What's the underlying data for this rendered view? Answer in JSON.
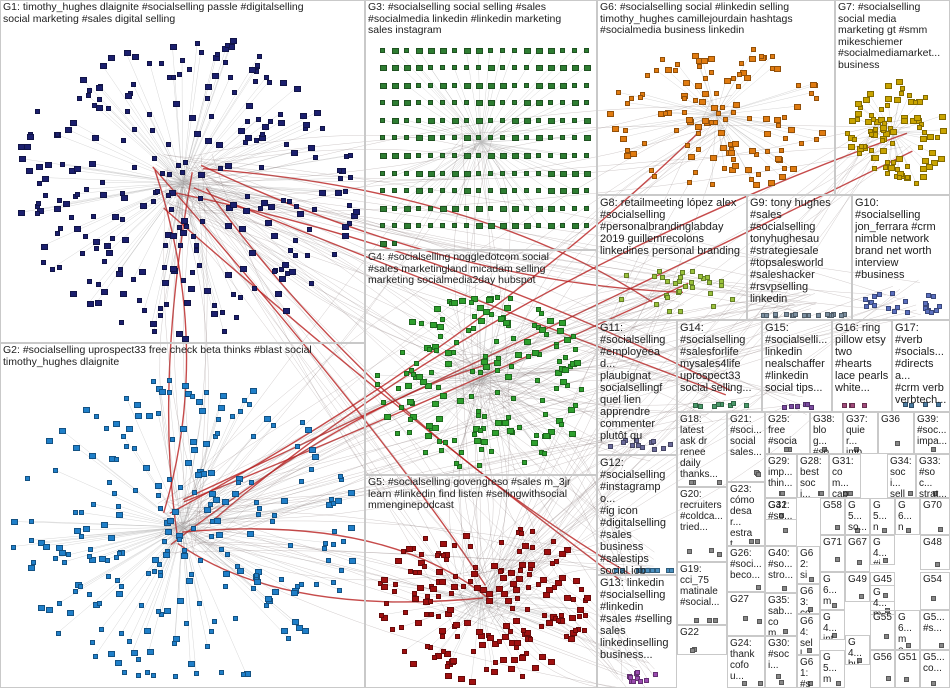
{
  "graph": {
    "edge_color": "#bdbdbd",
    "highlight_edge_color": "#b81e1e",
    "groups": [
      {
        "id": "g1",
        "label": "G1: timothy_hughes dlaignite #socialselling passle #digitalselling\nsocial marketing #sales digital selling",
        "color": "#1b1f6e",
        "density": 260,
        "size": "big"
      },
      {
        "id": "g2",
        "label": "G2: #socialselling uprospect33 free check beta thinks #blast social\ntimothy_hughes dlaignite",
        "color": "#1f7fc9",
        "density": 240,
        "size": "big"
      },
      {
        "id": "g3",
        "label": "G3: #socialselling social selling #sales\n#socialmedia linkedin #linkedin marketing\nsales instagram",
        "color": "#2e7d32",
        "density": 200,
        "size": "big"
      },
      {
        "id": "g4",
        "label": "G4: #socialselling noggledotcom social\n#sales marketingland micadam selling\nmarketing socialmedia2day hubspot",
        "color": "#2ea02e",
        "density": 160,
        "size": "big"
      },
      {
        "id": "g5",
        "label": "G5: #socialselling govengreso #sales m_3jr\nlearn #linkedin find listen #sellingwithsocial\nmmenginepodcast",
        "color": "#a01010",
        "density": 180,
        "size": "big"
      },
      {
        "id": "g6",
        "label": "G6: #socialselling social #linkedin selling\ntimothy_hughes camillejourdain hashtags\n#socialmedia business linkedin",
        "color": "#e07b10",
        "density": 120,
        "size": "big"
      },
      {
        "id": "g7",
        "label": "G7: #socialselling\nsocial media\nmarketing gt #smm\nmikeschiemer\n#socialmediamarket...\nbusiness",
        "color": "#c9a400",
        "density": 90,
        "size": "big"
      },
      {
        "id": "g8",
        "label": "G8: retailmeeting lópez alex\n#socialselling\n#personalbrandinglabday\n2019 guillemrecolons\nlinkedines personal branding",
        "color": "#9ac23c",
        "density": 30,
        "size": "normal"
      },
      {
        "id": "g9",
        "label": "G9: tony hughes\n#sales\n#socialselling\ntonyhughesau\n#strategiesale\n#topsalesworld\n#saleshacker\n#rsvpselling\nlinkedin",
        "color": "#7b8fa0",
        "density": 20,
        "size": "normal"
      },
      {
        "id": "g10",
        "label": "G10:\n#socialselling\njon_ferrara #crm\nnimble network\nbrand net worth\ninterview\n#business",
        "color": "#5a6fbf",
        "density": 24,
        "size": "normal"
      },
      {
        "id": "g11",
        "label": "G11:\n#socialselling\n#employeead...\nplaubignat\nsocialsellingf\nquel lien\napprendre\ncommenter\nplutôt qu",
        "color": "#6a6a9a",
        "density": 12,
        "size": "normal"
      },
      {
        "id": "g12",
        "label": "G12:\n#socialselling\n#instagrampo...\n#ig icon\n#digitalselling\n#sales\nbusiness\n#salestips\nsocial job",
        "color": "#4a8fbf",
        "density": 12,
        "size": "normal"
      },
      {
        "id": "g13",
        "label": "G13: linkedin\n#socialselling\n#linkedin\n#sales #selling\nsales\nlinkedinselling\nbusiness...",
        "color": "#9a4ab0",
        "density": 10,
        "size": "normal"
      },
      {
        "id": "g14",
        "label": "G14:\n#socialselling\n#salesforlife\nmysales4life\nuprospect33\nsocial selling...",
        "color": "#4a9a6a",
        "density": 8,
        "size": "normal"
      },
      {
        "id": "g15",
        "label": "G15:\n#socialselli...\nlinkedin\nnealschaffer\n#linkedin\nsocial tips...",
        "color": "#7a4aa0",
        "density": 6,
        "size": "normal"
      },
      {
        "id": "g16",
        "label": "G16: ring\npillow etsy\ntwo\n#hearts\nlace pearls\nwhite...",
        "color": "#a04a7a",
        "density": 4,
        "size": "normal"
      },
      {
        "id": "g17",
        "label": "G17:\n#verb\n#socials...\n#directsa...\n#crm verb\nverbtech...",
        "color": "#4a7aa0",
        "density": 4,
        "size": "normal"
      },
      {
        "id": "g18",
        "label": "G18:\nlatest\nask dr\nrenee\ndaily\nthanks...",
        "color": "#888888",
        "density": 3,
        "size": "tiny"
      },
      {
        "id": "g19",
        "label": "G19:\ncci_75\nmatinale\n#social...",
        "color": "#888888",
        "density": 3,
        "size": "tiny"
      },
      {
        "id": "g20",
        "label": "G20:\nrecruiters\n#coldca...\ntried...",
        "color": "#888888",
        "density": 3,
        "size": "tiny"
      },
      {
        "id": "g21",
        "label": "G21:\n#soci...\nsocial\nsales...",
        "color": "#888888",
        "density": 3,
        "size": "tiny"
      },
      {
        "id": "g22",
        "label": "G22",
        "color": "#888888",
        "density": 2,
        "size": "tiny"
      },
      {
        "id": "g23",
        "label": "G23:\ncómo\ndesar...\nestrat...",
        "color": "#888888",
        "density": 2,
        "size": "tiny"
      },
      {
        "id": "g24",
        "label": "G24:\nthank\ncofou...",
        "color": "#888888",
        "density": 2,
        "size": "tiny"
      },
      {
        "id": "g25",
        "label": "G25:\nfree\n#social...",
        "color": "#888888",
        "density": 2,
        "size": "tiny"
      },
      {
        "id": "g26",
        "label": "G26:\n#soci...\nbeco...",
        "color": "#888888",
        "density": 2,
        "size": "tiny"
      },
      {
        "id": "g27",
        "label": "G27",
        "color": "#888888",
        "density": 2,
        "size": "tiny"
      },
      {
        "id": "g28",
        "label": "G28:\nbest\nsoci...",
        "color": "#888888",
        "density": 2,
        "size": "tiny"
      },
      {
        "id": "g29",
        "label": "G29:\nimp...\nthin...",
        "color": "#888888",
        "density": 2,
        "size": "tiny"
      },
      {
        "id": "g30",
        "label": "G30:\n#soci...",
        "color": "#888888",
        "density": 2,
        "size": "tiny"
      },
      {
        "id": "g31",
        "label": "G31:\ncom...\ncapi...",
        "color": "#888888",
        "density": 2,
        "size": "tiny"
      },
      {
        "id": "g32",
        "label": "G32:\n#so...",
        "color": "#888888",
        "density": 1,
        "size": "tiny"
      },
      {
        "id": "g33",
        "label": "G33:\n#soc...\nstrat...",
        "color": "#888888",
        "density": 1,
        "size": "tiny"
      },
      {
        "id": "g34",
        "label": "G34:\nsoci...\nselli...",
        "color": "#888888",
        "density": 1,
        "size": "tiny"
      },
      {
        "id": "g35",
        "label": "G35:\nsab...\ncom...",
        "color": "#888888",
        "density": 1,
        "size": "tiny"
      },
      {
        "id": "g36",
        "label": "G36",
        "color": "#888888",
        "density": 1,
        "size": "tiny"
      },
      {
        "id": "g37",
        "label": "G37:\nquier...\nimpa...",
        "color": "#888888",
        "density": 1,
        "size": "tiny"
      },
      {
        "id": "g38",
        "label": "G38:\nblog...\n#soc...",
        "color": "#888888",
        "density": 1,
        "size": "tiny"
      },
      {
        "id": "g39",
        "label": "G39:\n#soc...\nimpa...",
        "color": "#888888",
        "density": 1,
        "size": "tiny"
      },
      {
        "id": "g40",
        "label": "G40:\n#so...\nstro...",
        "color": "#888888",
        "density": 1,
        "size": "tiny"
      },
      {
        "id": "g41",
        "label": "G41",
        "color": "#888888",
        "density": 1,
        "size": "tiny"
      },
      {
        "id": "g42",
        "label": "G42",
        "color": "#888888",
        "density": 1,
        "size": "tiny"
      },
      {
        "id": "g43",
        "label": "G4...\nbui...",
        "color": "#888888",
        "density": 1,
        "size": "tiny"
      },
      {
        "id": "g44",
        "label": "G4...\nint...",
        "color": "#888888",
        "density": 1,
        "size": "tiny"
      },
      {
        "id": "g45",
        "label": "G45",
        "color": "#888888",
        "density": 1,
        "size": "tiny"
      },
      {
        "id": "g46",
        "label": "G4...\nme...",
        "color": "#888888",
        "density": 1,
        "size": "tiny"
      },
      {
        "id": "g47",
        "label": "G4...\n#je...",
        "color": "#888888",
        "density": 1,
        "size": "tiny"
      },
      {
        "id": "g48",
        "label": "G48",
        "color": "#888888",
        "density": 1,
        "size": "tiny"
      },
      {
        "id": "g49",
        "label": "G49",
        "color": "#888888",
        "density": 1,
        "size": "tiny"
      },
      {
        "id": "g50",
        "label": "G5...\nne...",
        "color": "#888888",
        "density": 1,
        "size": "tiny"
      },
      {
        "id": "g51",
        "label": "G51",
        "color": "#888888",
        "density": 1,
        "size": "tiny"
      },
      {
        "id": "g52",
        "label": "G5...\n#s...",
        "color": "#888888",
        "density": 1,
        "size": "tiny"
      },
      {
        "id": "g53",
        "label": "G5...\nco...",
        "color": "#888888",
        "density": 1,
        "size": "tiny"
      },
      {
        "id": "g54",
        "label": "G54",
        "color": "#888888",
        "density": 1,
        "size": "tiny"
      },
      {
        "id": "g55",
        "label": "G55",
        "color": "#888888",
        "density": 1,
        "size": "tiny"
      },
      {
        "id": "g56",
        "label": "G56",
        "color": "#888888",
        "density": 1,
        "size": "tiny"
      },
      {
        "id": "g57",
        "label": "G5...\nma...",
        "color": "#888888",
        "density": 1,
        "size": "tiny"
      },
      {
        "id": "g58",
        "label": "G58",
        "color": "#888888",
        "density": 1,
        "size": "tiny"
      },
      {
        "id": "g59",
        "label": "G5...\nso...",
        "color": "#888888",
        "density": 1,
        "size": "tiny"
      },
      {
        "id": "g60",
        "label": "G60",
        "color": "#888888",
        "density": 1,
        "size": "tiny"
      },
      {
        "id": "g61",
        "label": "G61:\n#so...",
        "color": "#888888",
        "density": 1,
        "size": "tiny"
      },
      {
        "id": "g62",
        "label": "G62:\nsim...",
        "color": "#888888",
        "density": 1,
        "size": "tiny"
      },
      {
        "id": "g63",
        "label": "G63:\ncon...",
        "color": "#888888",
        "density": 1,
        "size": "tiny"
      },
      {
        "id": "g64",
        "label": "G64:\nsell...",
        "color": "#888888",
        "density": 1,
        "size": "tiny"
      },
      {
        "id": "g65",
        "label": "G6...\nma...",
        "color": "#888888",
        "density": 1,
        "size": "tiny"
      },
      {
        "id": "g66",
        "label": "G66",
        "color": "#888888",
        "density": 1,
        "size": "tiny"
      },
      {
        "id": "g67",
        "label": "G67",
        "color": "#888888",
        "density": 1,
        "size": "tiny"
      },
      {
        "id": "g68",
        "label": "G6...\nne...",
        "color": "#888888",
        "density": 1,
        "size": "tiny"
      },
      {
        "id": "g69",
        "label": "G6...\nme...",
        "color": "#888888",
        "density": 1,
        "size": "tiny"
      },
      {
        "id": "g70",
        "label": "G70",
        "color": "#888888",
        "density": 1,
        "size": "tiny"
      },
      {
        "id": "g71",
        "label": "G71",
        "color": "#888888",
        "density": 1,
        "size": "tiny"
      }
    ]
  }
}
